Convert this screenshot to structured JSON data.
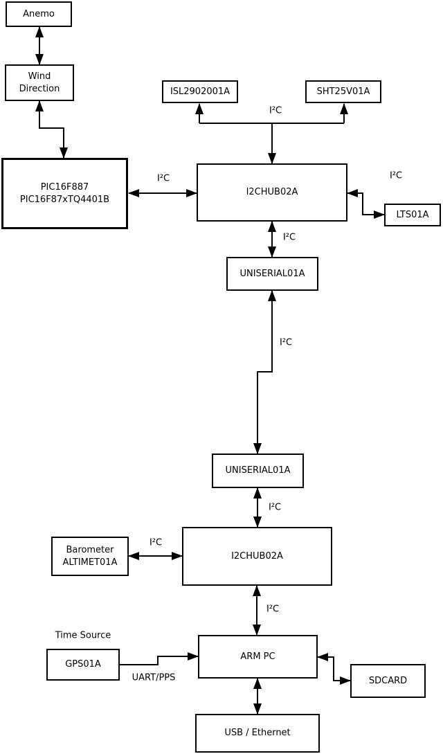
{
  "colors": {
    "line": "#000000",
    "background": "#ffffff",
    "box_fill": "#ffffff"
  },
  "nodes": {
    "anemo": {
      "label": "Anemo"
    },
    "wind_direction": {
      "line1": "Wind",
      "line2": "Direction"
    },
    "pic": {
      "line1": "PIC16F887",
      "line2": "PIC16F87xTQ4401B"
    },
    "isl": {
      "label": "ISL2902001A"
    },
    "sht": {
      "label": "SHT25V01A"
    },
    "hub_top": {
      "label": "I2CHUB02A"
    },
    "lts": {
      "label": "LTS01A"
    },
    "uniserial_top": {
      "label": "UNISERIAL01A"
    },
    "uniserial_bottom": {
      "label": "UNISERIAL01A"
    },
    "hub_bottom": {
      "label": "I2CHUB02A"
    },
    "barometer": {
      "line1": "Barometer",
      "line2": "ALTIMET01A"
    },
    "arm_pc": {
      "label": "ARM PC"
    },
    "gps": {
      "label": "GPS01A"
    },
    "sdcard": {
      "label": "SDCARD"
    },
    "usb_ethernet": {
      "label": "USB / Ethernet"
    }
  },
  "edge_labels": {
    "i2c": "I²C",
    "time_source": "Time Source",
    "uart_pps": "UART/PPS"
  }
}
